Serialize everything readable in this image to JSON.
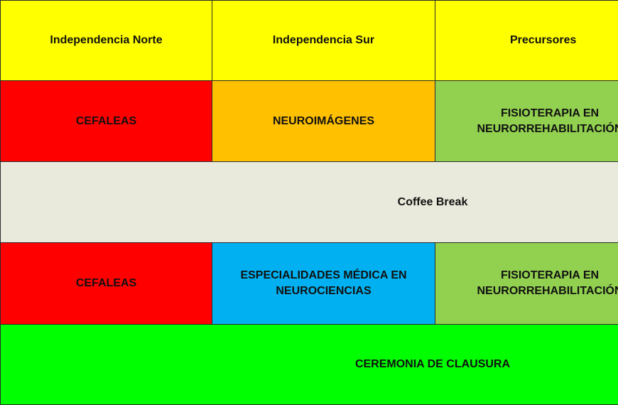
{
  "header": {
    "col1": "Independencia Norte",
    "col2": "Independencia Sur",
    "col3": "Precursores"
  },
  "session1": {
    "col1": "CEFALEAS",
    "col2": "NEUROIMÁGENES",
    "col3": "FISIOTERAPIA EN NEURORREHABILITACIÓN"
  },
  "break": {
    "label": "Coffee Break"
  },
  "session2": {
    "col1": "CEFALEAS",
    "col2": "ESPECIALIDADES MÉDICA EN NEUROCIENCIAS",
    "col3": "FISIOTERAPIA EN NEURORREHABILITACIÓN"
  },
  "closing": {
    "label": "CEREMONIA DE CLAUSURA"
  },
  "colors": {
    "header": "#ffff00",
    "red": "#ff0000",
    "orange": "#ffc000",
    "light_green": "#92d050",
    "break": "#eaeadc",
    "blue": "#00b0f0",
    "bright_green": "#00ff00"
  }
}
